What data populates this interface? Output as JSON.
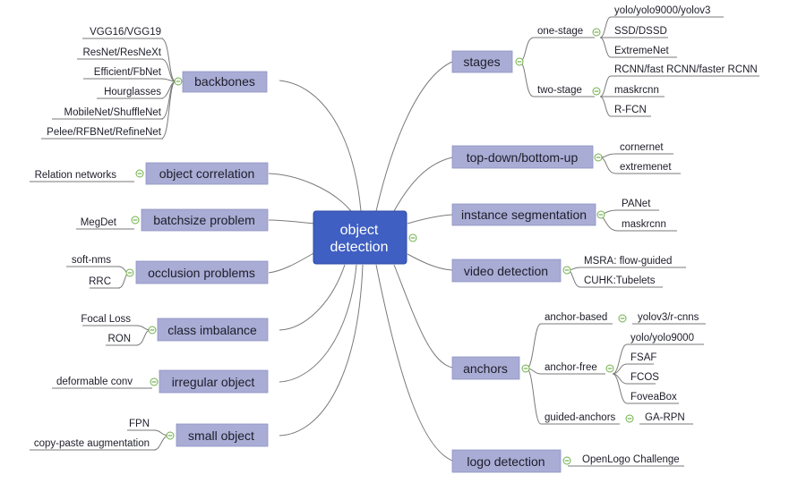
{
  "center": {
    "line1": "object",
    "line2": "detection"
  },
  "left_branches": [
    {
      "label": "backbones",
      "leaves": [
        "VGG16/VGG19",
        "ResNet/ResNeXt",
        "Efficient/FbNet",
        "Hourglasses",
        "MobileNet/ShuffleNet",
        "Pelee/RFBNet/RefineNet"
      ]
    },
    {
      "label": "object correlation",
      "leaves": [
        "Relation networks"
      ]
    },
    {
      "label": "batchsize problem",
      "leaves": [
        "MegDet"
      ]
    },
    {
      "label": "occlusion problems",
      "leaves": [
        "soft-nms",
        "RRC"
      ]
    },
    {
      "label": "class imbalance",
      "leaves": [
        "Focal Loss",
        "RON"
      ]
    },
    {
      "label": "irregular object",
      "leaves": [
        "deformable conv"
      ]
    },
    {
      "label": "small object",
      "leaves": [
        "FPN",
        "copy-paste augmentation"
      ]
    }
  ],
  "right_branches": [
    {
      "label": "stages",
      "subs": [
        {
          "label": "one-stage",
          "leaves": [
            "yolo/yolo9000/yolov3",
            "SSD/DSSD",
            "ExtremeNet"
          ]
        },
        {
          "label": "two-stage",
          "leaves": [
            "RCNN/fast RCNN/faster RCNN",
            "maskrcnn",
            "R-FCN"
          ]
        }
      ]
    },
    {
      "label": "top-down/bottom-up",
      "leaves": [
        "cornernet",
        "extremenet"
      ]
    },
    {
      "label": "instance segmentation",
      "leaves": [
        "PANet",
        "maskrcnn"
      ]
    },
    {
      "label": "video detection",
      "leaves": [
        "MSRA: flow-guided",
        "CUHK:Tubelets"
      ]
    },
    {
      "label": "anchors",
      "subs": [
        {
          "label": "anchor-based",
          "leaves": [
            "yolov3/r-cnns"
          ]
        },
        {
          "label": "anchor-free",
          "leaves": [
            "yolo/yolo9000",
            "FSAF",
            "FCOS",
            "FoveaBox"
          ]
        },
        {
          "label": "guided-anchors",
          "leaves": [
            "GA-RPN"
          ]
        }
      ]
    },
    {
      "label": "logo detection",
      "leaves": [
        "OpenLogo Challenge"
      ]
    }
  ]
}
